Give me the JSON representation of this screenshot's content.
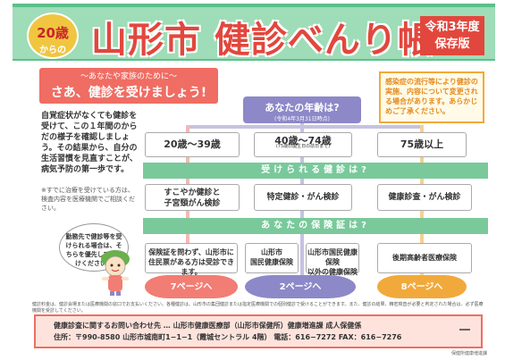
{
  "header": {
    "age_badge_big": "20歳",
    "age_badge_small": "からの",
    "title": "山形市 健診べんり帳",
    "year_line1": "令和3年度",
    "year_line2": "保存版"
  },
  "intro": {
    "sub": "～あなたや家族のために～",
    "main": "さあ、健診を受けましょう!"
  },
  "left_text": "自覚症状がなくても健診を受けて、この１年間のからだの様子を確認しましょう。その結果から、自分の生活習慣を見直すことが、病気予防の第一歩です。",
  "left_note": "※すでに治療を受けている方は、検査内容を医療機関でご相談ください。",
  "bubble_text": "勤務先で健診等を受けられる場合は、そちらを優先してお受けください。",
  "notice": "感染症の流行等により健診の実施、内容について変更される場合があります。あらかじめご了承ください。",
  "age_question": {
    "label": "あなたの年齢は?",
    "note": "(令和4年3月31日時点)"
  },
  "age_options": [
    {
      "label": "20歳～39歳",
      "note": ""
    },
    {
      "label": "40歳～74歳",
      "note": "(75歳の誕生日の前日まで)"
    },
    {
      "label": "75歳以上",
      "note": ""
    }
  ],
  "exam_bar": "受けられる健診は?",
  "exam_options": [
    {
      "line1": "すこやか健診と",
      "line2": "子宮頸がん検診"
    },
    {
      "line1": "特定健診・がん検診",
      "line2": ""
    },
    {
      "line1": "健康診査・がん検診",
      "line2": ""
    }
  ],
  "insurance_bar": "あなたの保険証は?",
  "insurance_options": [
    {
      "line1": "保険証を問わず、山形市に",
      "line2": "住民票がある方は受診できます。"
    },
    {
      "line1": "山形市",
      "line2": "国民健康保険"
    },
    {
      "line1": "山形市国民健康保険",
      "line2": "以外の健康保険"
    },
    {
      "line1": "後期高齢者医療保険",
      "line2": ""
    }
  ],
  "page_links": [
    "7ページへ",
    "2ページへ",
    "8ページへ"
  ],
  "disclaimer": "健診料金は、健診会場または医療機関の窓口でお支払いください。各種健診は、山形市の集団健診または指定医療機関での個別健診で受けることができます。また、健診の結果、精密検査が必要と判定された場合は、必ず医療機関を受診してください。",
  "contact": {
    "line1": "健康診査に関するお問い合わせ先 … 山形市健康医療部（山形市保健所）健康増進課 成人保健係",
    "line2": "住所：〒990-8580 山形市城南町1−1−1（霞城セントラル 4階） 電話：616−7272 FAX：616−7276"
  },
  "credit": "保健所健康増進課"
}
